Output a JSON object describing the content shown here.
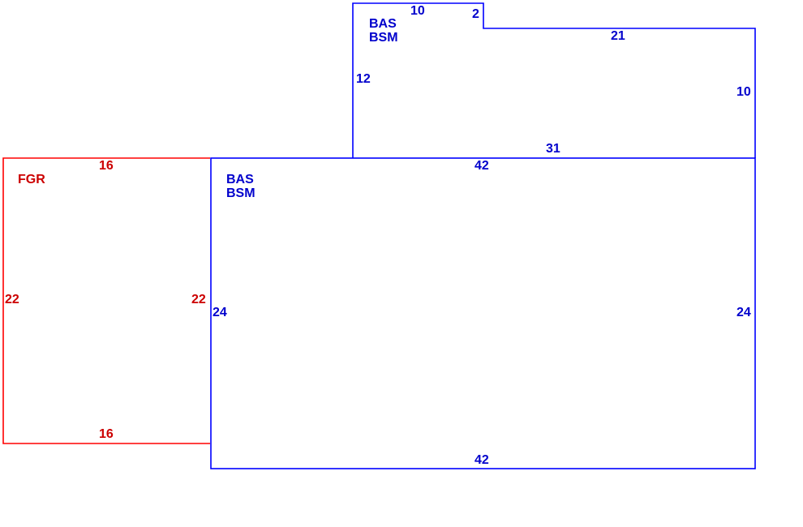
{
  "colors": {
    "living": "#0000ff",
    "living_text": "#0000cc",
    "garage": "#ff0000",
    "garage_text": "#cc0000",
    "background": "#ffffff"
  },
  "upper_area": {
    "codes": [
      "BAS",
      "BSM"
    ],
    "dims": {
      "top_left": "10",
      "notch": "2",
      "top_right": "21",
      "left": "12",
      "right": "10",
      "bottom": "31"
    }
  },
  "main_area": {
    "codes": [
      "BAS",
      "BSM"
    ],
    "dims": {
      "top": "42",
      "left": "24",
      "right": "24",
      "bottom": "42"
    }
  },
  "garage": {
    "code": "FGR",
    "dims": {
      "top": "16",
      "left": "22",
      "right": "22",
      "bottom": "16"
    }
  }
}
